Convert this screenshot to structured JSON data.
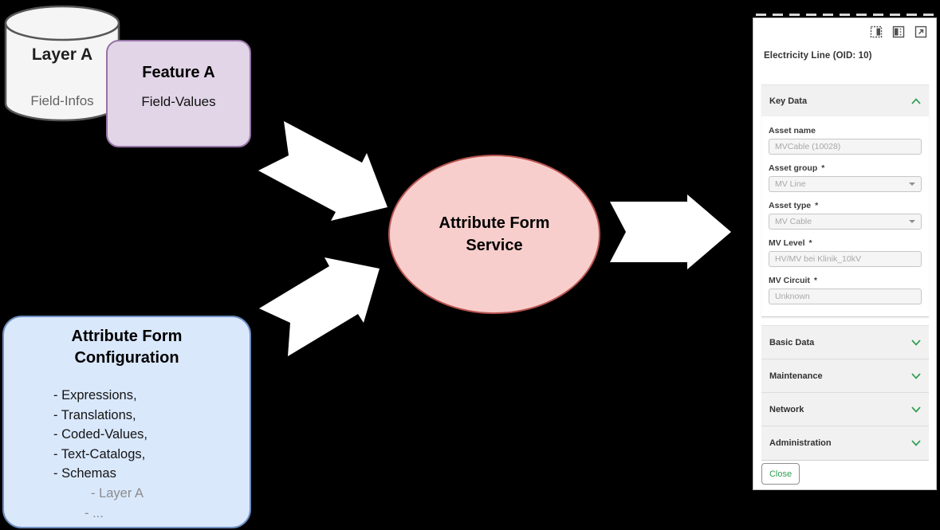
{
  "colors": {
    "accent_green": "#2f9e52",
    "cylinder_fill": "#f5f5f5",
    "feature_fill": "#e1d5e7",
    "feature_border": "#9673a6",
    "config_fill": "#dae8fc",
    "config_border": "#6c8ebf",
    "service_fill": "#f8cecc",
    "service_border": "#b85450",
    "arrow_fill": "#ffffff"
  },
  "diagram": {
    "layer_a": {
      "title": "Layer A",
      "subtitle": "Field-Infos"
    },
    "feature_a": {
      "title": "Feature A",
      "subtitle": "Field-Values"
    },
    "config": {
      "title_line1": "Attribute Form",
      "title_line2": "Configuration",
      "items": [
        "- Expressions,",
        "- Translations,",
        "- Coded-Values,",
        "- Text-Catalogs,",
        "- Schemas"
      ],
      "sub_item1": "- Layer A",
      "sub_item2": "- ..."
    },
    "service": {
      "title_line1": "Attribute Form",
      "title_line2": "Service"
    }
  },
  "panel": {
    "title": "Electricity Line (OID: 10)",
    "icon_names": [
      "dock-panel-right-icon",
      "dock-panel-left-icon",
      "open-in-new-window-icon"
    ],
    "key_data": {
      "label": "Key Data",
      "fields": [
        {
          "label": "Asset name",
          "req": "",
          "value": "MVCable (10028)",
          "type": "text"
        },
        {
          "label": "Asset group",
          "req": "*",
          "value": "MV Line",
          "type": "select"
        },
        {
          "label": "Asset type",
          "req": "*",
          "value": "MV Cable",
          "type": "select"
        },
        {
          "label": "MV Level",
          "req": "*",
          "value": "HV/MV bei Klinik_10kV",
          "type": "text"
        },
        {
          "label": "MV Circuit",
          "req": "*",
          "value": "Unknown",
          "type": "text"
        }
      ]
    },
    "collapsed_sections": [
      "Basic Data",
      "Maintenance",
      "Network",
      "Administration"
    ],
    "close_label": "Close"
  }
}
